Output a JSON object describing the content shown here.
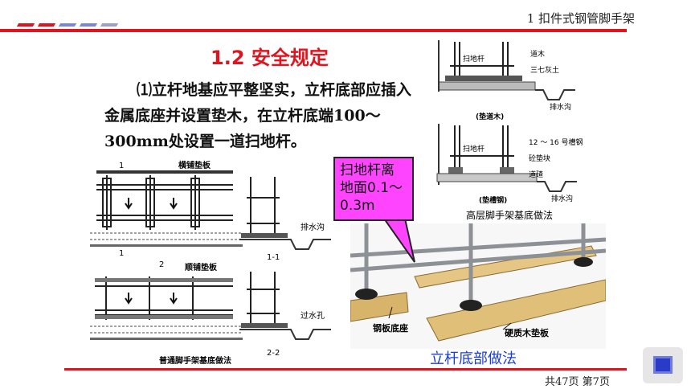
{
  "header": {
    "title": "1  扣件式钢管脚手架"
  },
  "slide": {
    "title": "1.2  安全规定",
    "paragraph_marker": "⑴",
    "paragraph": "立杆地基应平整坚实，立杆底部应插入金属底座并设置垫木，在立杆底端100～300mm处设置一道扫地杆。"
  },
  "callout": {
    "text": "扫地杆离地面0.1～0.3m"
  },
  "figure_left": {
    "label_1": "1",
    "label_pad_h": "横铺垫板",
    "label_11": "1-1",
    "label_drain": "排水沟",
    "label_2": "2",
    "label_pad_v": "顺铺垫板",
    "label_hole": "过水孔",
    "label_22": "2-2",
    "caption": "普通脚手架基底做法"
  },
  "figure_right_top": {
    "label_sweep1": "扫地杆",
    "label_wood": "道木",
    "label_lime": "三七灰土",
    "label_drain1": "排水沟",
    "sub1": "(垫道木)",
    "label_sweep2": "扫地杆",
    "label_channel": "12 ～ 16 号槽钢",
    "label_block": "砼垫块",
    "label_gravel": "道碴",
    "label_drain2": "排水沟",
    "sub2": "(垫槽钢)",
    "caption": "高层脚手架基底做法"
  },
  "photo": {
    "label_base": "钢板底座",
    "label_board": "硬质木垫板",
    "caption": "立杆底部做法"
  },
  "footer": {
    "page_info": "共47页  第7页"
  },
  "colors": {
    "accent_red": "#e0141e",
    "callout_fill": "#ff44ff",
    "caption_blue": "#1a3cd8"
  }
}
